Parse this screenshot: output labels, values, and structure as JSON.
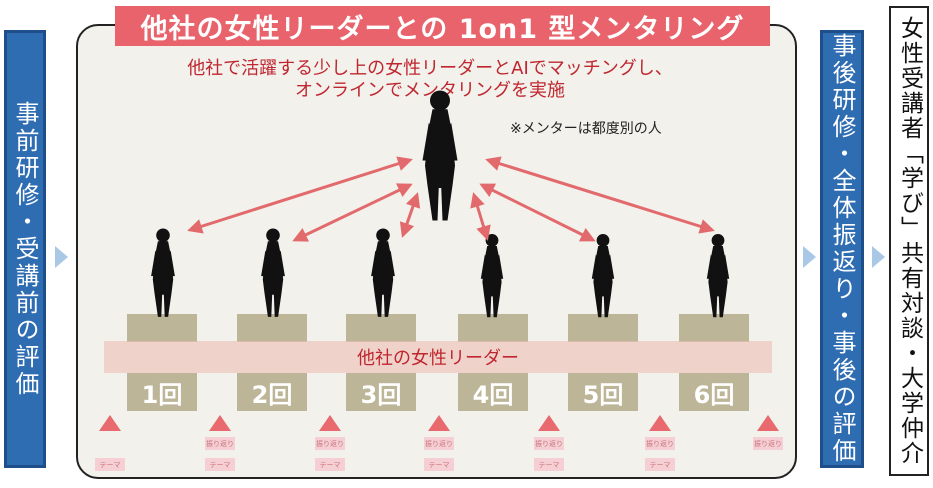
{
  "title": "他社の女性リーダーとの 1on1 型メンタリング",
  "subtitle_line1": "他社で活躍する少し上の女性リーダーとAIでマッチングし、",
  "subtitle_line2": "オンラインでメンタリングを実施",
  "note": "※メンターは都度別の人",
  "left_box": "事前研修・受講前の評価",
  "right_box": "事後研修・全体振返り・事後の評価",
  "far_right_box": "女性受講者「学び」共有対談・大学仲介",
  "leader_band": "他社の女性リーダー",
  "sessions": [
    "1回",
    "2回",
    "3回",
    "4回",
    "5回",
    "6回"
  ],
  "tag_reflection": "振り返り",
  "tag_theme": "テーマ",
  "colors": {
    "title_band": "#e8636b",
    "accent_text": "#c0262f",
    "blue_box": "#2f6db3",
    "pedestal": "#bdb597",
    "triangle": "#e86a6e"
  }
}
